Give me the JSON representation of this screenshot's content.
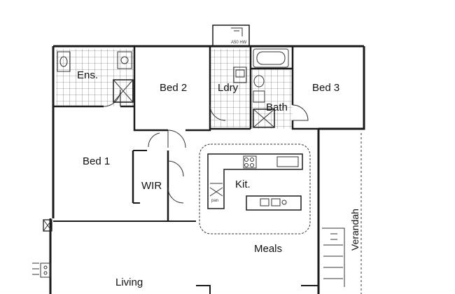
{
  "rooms": {
    "ens": "Ens.",
    "bed2": "Bed 2",
    "ldry": "Ldry",
    "bed3": "Bed 3",
    "bath": "Bath",
    "bed1": "Bed 1",
    "wir": "WIR",
    "kit": "Kit.",
    "meals": "Meals",
    "living": "Living",
    "verandah": "Verandah"
  },
  "annotations": {
    "hws": "A50 HW",
    "pan": "pan"
  },
  "colors": {
    "line": "#1a1a1a",
    "paper": "#ffffff"
  }
}
